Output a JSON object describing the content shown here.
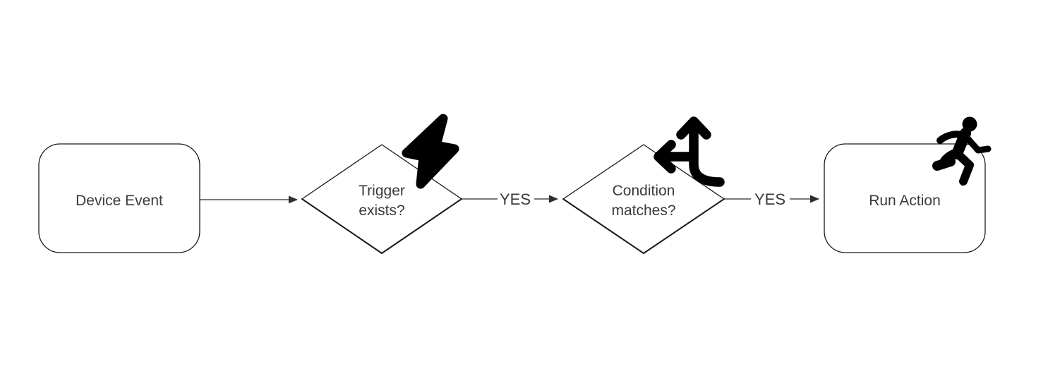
{
  "diagram": {
    "title": "automation-flowchart",
    "background_color": "#ffffff",
    "shape_stroke_color": "#1a1a1a",
    "edge_color": "#4d4d4d",
    "text_color": "#3a3a3a",
    "icon_color": "#000000",
    "nodes": [
      {
        "id": "device-event",
        "type": "rounded-rectangle",
        "label": "Device Event"
      },
      {
        "id": "trigger-exists",
        "type": "decision-diamond",
        "label": "Trigger exists?",
        "label_lines": [
          "Trigger",
          "exists?"
        ],
        "icon": "lightning-bolt-icon"
      },
      {
        "id": "condition-matches",
        "type": "decision-diamond",
        "label": "Condition matches?",
        "label_lines": [
          "Condition",
          "matches?"
        ],
        "icon": "directions-split-icon"
      },
      {
        "id": "run-action",
        "type": "rounded-rectangle",
        "label": "Run Action",
        "icon": "running-person-icon"
      }
    ],
    "edges": [
      {
        "from": "device-event",
        "to": "trigger-exists",
        "label": ""
      },
      {
        "from": "trigger-exists",
        "to": "condition-matches",
        "label": "YES"
      },
      {
        "from": "condition-matches",
        "to": "run-action",
        "label": "YES"
      }
    ]
  }
}
